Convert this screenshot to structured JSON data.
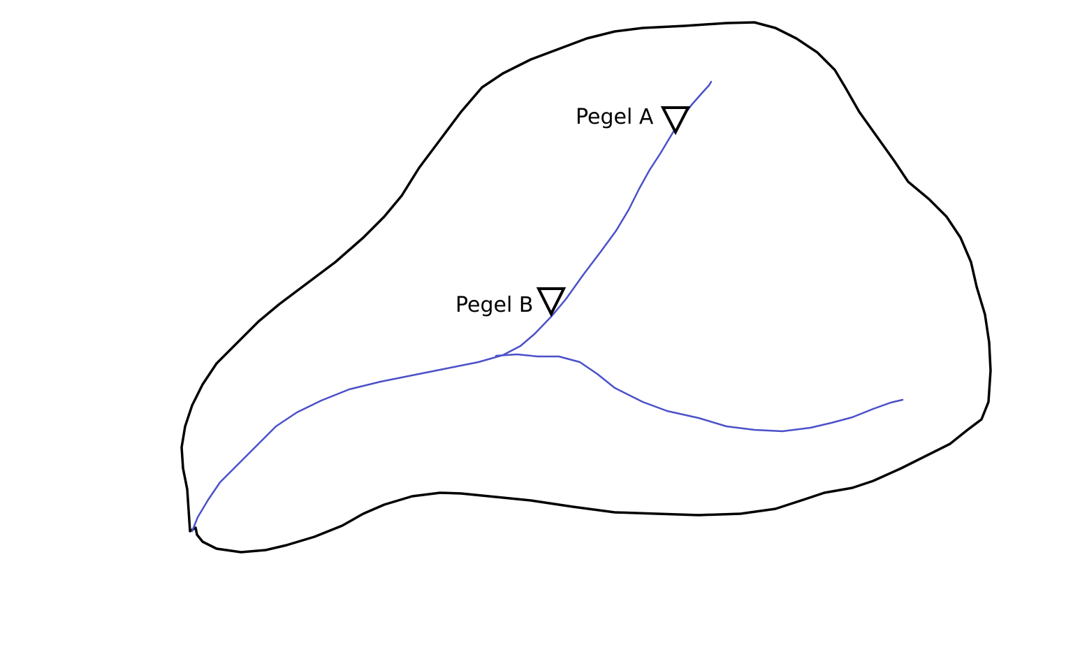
{
  "gauges": [
    {
      "id": "a",
      "label": "Pegel A"
    },
    {
      "id": "b",
      "label": "Pegel B"
    }
  ],
  "colors": {
    "catchment_outline": "#000000",
    "river": "#4b50c8",
    "gauge_symbol": "#000000",
    "background": "#ffffff"
  }
}
